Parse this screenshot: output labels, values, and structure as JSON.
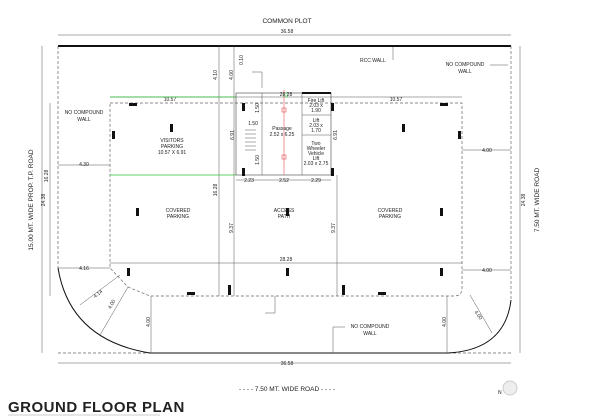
{
  "title": "GROUND FLOOR PLAN",
  "labels": {
    "common_plot": "COMMON PLOT",
    "rcc_wall": "RCC WALL",
    "no_compound_wall_1": "NO COMPOUND",
    "no_compound_wall_2": "WALL",
    "left_road": "15.00 MT. WIDE PROP. T.P. ROAD",
    "right_road": "7.50 MT. WIDE ROAD",
    "bottom_road": "- - - - 7.50 MT. WIDE ROAD - - - -",
    "visitors_parking_1": "VISITORS",
    "visitors_parking_2": "PARKING",
    "visitors_parking_3": "10.57 X 6.91",
    "covered_parking_1": "COVERED",
    "covered_parking_2": "PARKING",
    "access_path_1": "ACCESS",
    "access_path_2": "PATH",
    "passage_1": "Passage",
    "passage_2": "2.52 x 6.25",
    "fire_lift": [
      "Fire Lift",
      "2.03 x",
      "1.90"
    ],
    "lift": [
      "Lift",
      "2.03 x",
      "1.70"
    ],
    "two_wheeler_lift": [
      "Two",
      "Wheeler",
      "Vehicle",
      "Lift",
      "2.03 x 2.75"
    ],
    "north": "N"
  },
  "dimensions": {
    "plot_width": "36.58",
    "plot_depth": "24.38",
    "building_width": "28.28",
    "building_depth": "16.28",
    "front_margin": "4.10",
    "front_margin_inner": "4.00",
    "gap": "0.10",
    "wing_width": "10.57",
    "core_depth": "6.91",
    "stair_width": "1.50",
    "stair_run": "1.50",
    "core_left": "2.23",
    "core_mid": "2.52",
    "core_right": "2.29",
    "side_margin": "4.30",
    "side_margin_right": "4.00",
    "bottom_depth": "9.37",
    "left_bottom": "4.16",
    "diag_a": "4.14",
    "diag_b": "4.00",
    "rear_margin": "4.00"
  }
}
